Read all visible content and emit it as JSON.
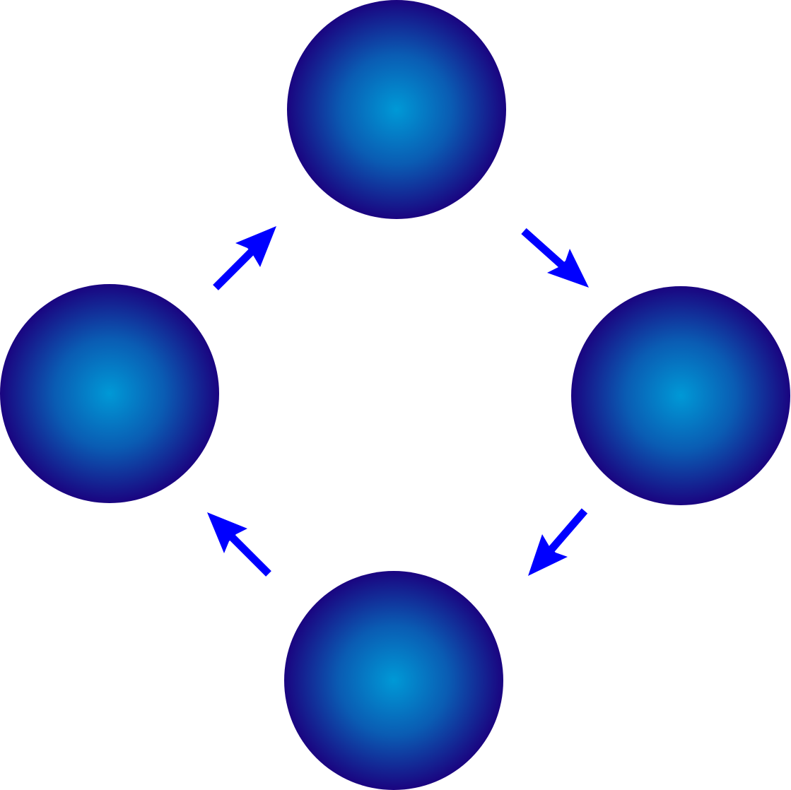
{
  "diagram": {
    "kind": "cycle",
    "node_count": 4,
    "flow": "clockwise",
    "nodes": [
      {
        "name": "node-top"
      },
      {
        "name": "node-right"
      },
      {
        "name": "node-bottom"
      },
      {
        "name": "node-left"
      }
    ],
    "arrows": [
      {
        "name": "arrow-top-to-right",
        "from": "node-top",
        "to": "node-right"
      },
      {
        "name": "arrow-right-to-bottom",
        "from": "node-right",
        "to": "node-bottom"
      },
      {
        "name": "arrow-bottom-to-left",
        "from": "node-bottom",
        "to": "node-left"
      },
      {
        "name": "arrow-left-to-top",
        "from": "node-left",
        "to": "node-top"
      }
    ]
  },
  "colors": {
    "node_center": "#0099d6",
    "node_mid": "#0a5cb3",
    "node_edge": "#1a0480",
    "arrow": "#0000ff",
    "background": "#ffffff"
  }
}
